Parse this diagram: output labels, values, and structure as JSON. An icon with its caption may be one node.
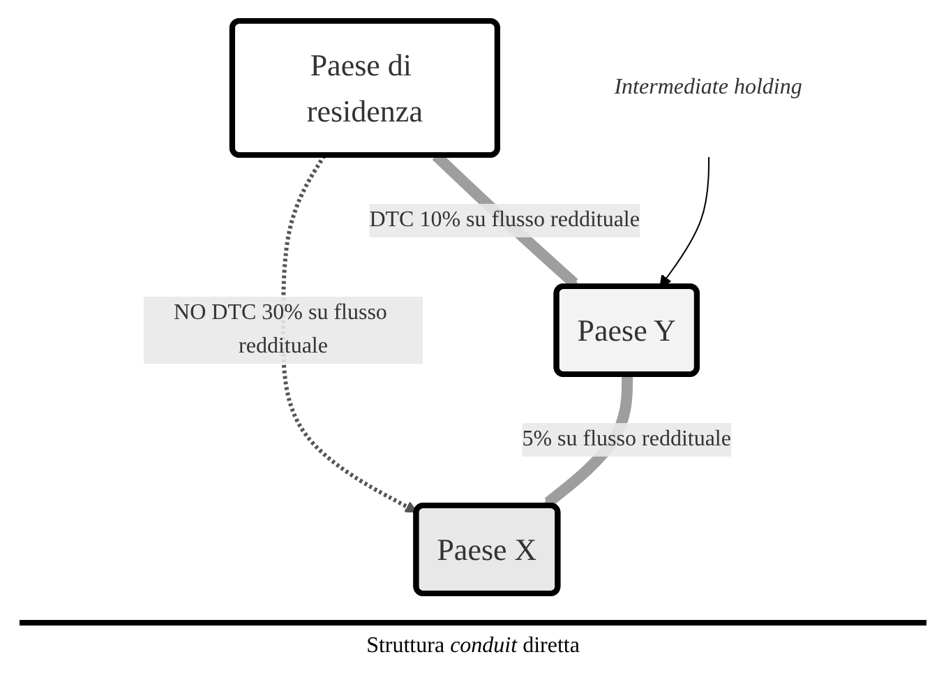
{
  "diagram": {
    "caption": "Struttura *conduit* diretta",
    "nodes": [
      {
        "text": [
          "Paese di residenza"
        ]
      },
      {
        "text": [
          "Paese Y"
        ]
      },
      {
        "text": [
          "Paese X"
        ]
      },
      {
        "text": [
          "Intermediate holding"
        ]
      }
    ],
    "edges": [
      {
        "from": 0,
        "to": 1,
        "arrow": "to",
        "label": "DTC 10% su flusso reddituale",
        "style": "thick",
        "color": "#9e9e9e"
      },
      {
        "from": 0,
        "to": 2,
        "arrow": "to",
        "label": "NO DTC 30% su flusso reddituale",
        "style": "dashed",
        "color": "#555555"
      },
      {
        "from": 1,
        "to": 2,
        "arrow": "to",
        "label": "5% su flusso reddituale",
        "style": "thick",
        "color": "#9e9e9e"
      },
      {
        "from": 3,
        "to": 1,
        "arrow": "to",
        "color": "#000000"
      }
    ]
  }
}
